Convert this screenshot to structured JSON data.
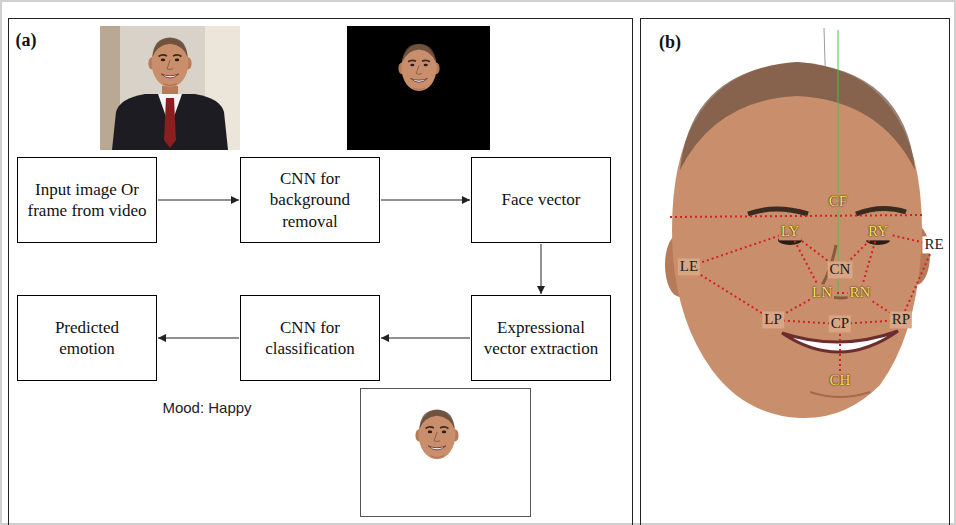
{
  "diagram": {
    "nodes": [
      {
        "text": [
          "Input image Or frame from video"
        ]
      },
      {
        "text": [
          "CNN for background removal"
        ]
      },
      {
        "text": [
          "Face vector"
        ]
      },
      {
        "text": [
          "Expressional vector extraction"
        ]
      },
      {
        "text": [
          "CNN for classification"
        ]
      },
      {
        "text": [
          "Predicted emotion"
        ]
      }
    ],
    "edges": [
      {
        "from": 0,
        "to": 1,
        "arrow": "to"
      },
      {
        "from": 1,
        "to": 2,
        "arrow": "to"
      },
      {
        "from": 2,
        "to": 3,
        "arrow": "to"
      },
      {
        "from": 3,
        "to": 4,
        "arrow": "to"
      },
      {
        "from": 4,
        "to": 5,
        "arrow": "to"
      }
    ],
    "labels": [
      "(a)",
      "Mood: Happy",
      "(b)",
      "CF",
      "LY",
      "RY",
      "RE",
      "LE",
      "CN",
      "LN",
      "RN",
      "LP",
      "CP",
      "RP",
      "CH"
    ]
  }
}
